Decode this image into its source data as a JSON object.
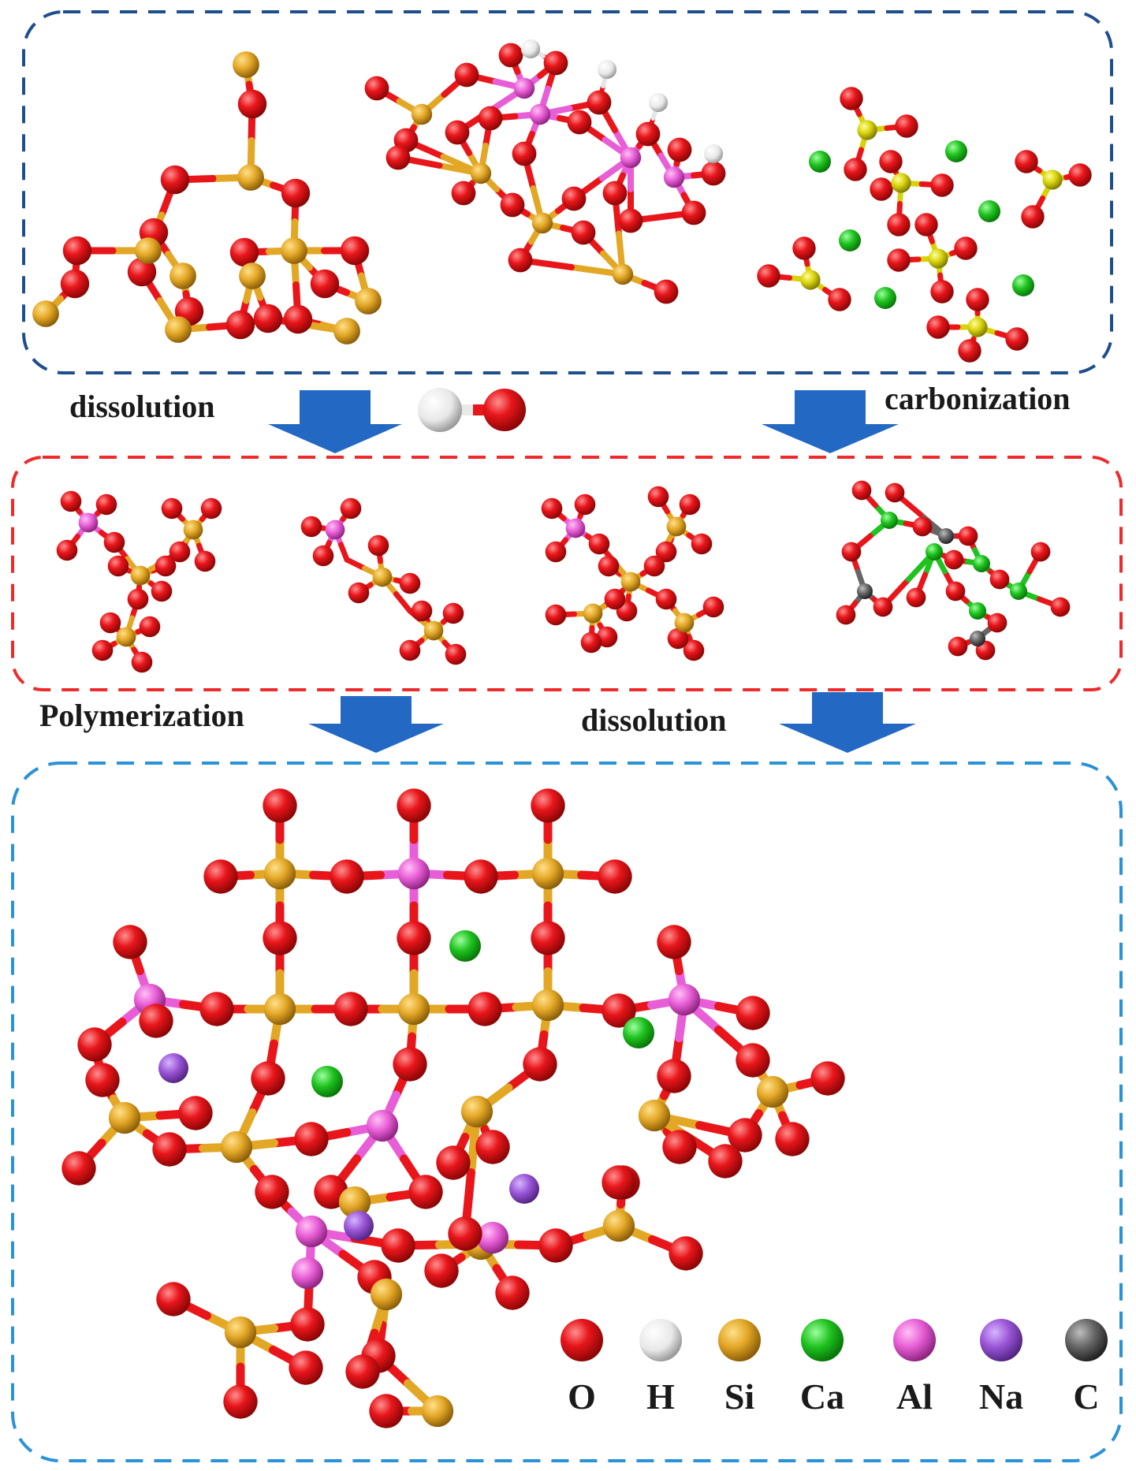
{
  "labels": {
    "dissolution_top": "dissolution",
    "carbonization": "carbonization",
    "polymerization": "Polymerization",
    "dissolution_mid": "dissolution"
  },
  "legend": [
    {
      "symbol": "O",
      "color": "#e8161b"
    },
    {
      "symbol": "H",
      "color": "#f2f2f2"
    },
    {
      "symbol": "Si",
      "color": "#e3a726"
    },
    {
      "symbol": "Ca",
      "color": "#1fc21f"
    },
    {
      "symbol": "Al",
      "color": "#e85ed6"
    },
    {
      "symbol": "Na",
      "color": "#9a55d6"
    },
    {
      "symbol": "C",
      "color": "#555555"
    }
  ],
  "colors": {
    "box_top": "#1f4e8c",
    "box_mid": "#ee2b2b",
    "box_bottom": "#2a92d6",
    "arrow": "#2369c4"
  }
}
